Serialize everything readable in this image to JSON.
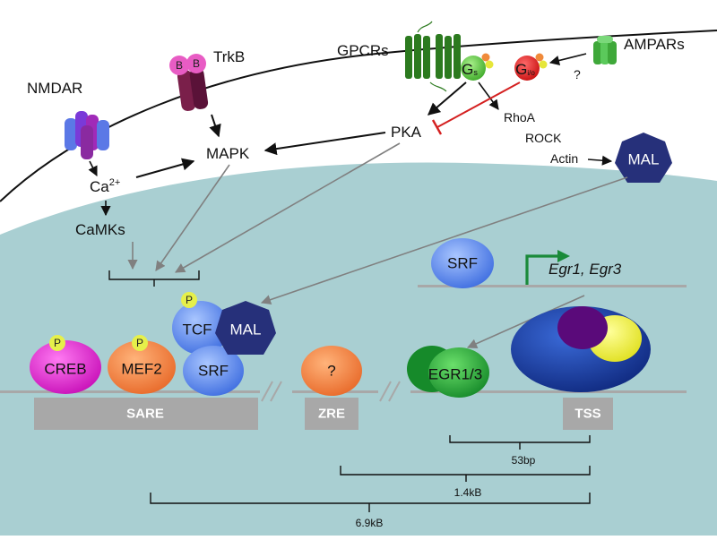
{
  "receptors": {
    "nmdar": "NMDAR",
    "trkb": "TrkB",
    "trkb_ligand": "B",
    "gpcrs": "GPCRs",
    "ampars": "AMPARs"
  },
  "gproteins": {
    "gs_main": "G",
    "gs_sub": "s",
    "gi_main": "G",
    "gi_sub": "i/o"
  },
  "signals": {
    "unknown_link": "?",
    "calcium_main": "Ca",
    "calcium_sup": "2+",
    "camks": "CaMKs",
    "mapk": "MAPK",
    "pka": "PKA",
    "rhoa": "RhoA",
    "rock": "ROCK",
    "actin": "Actin",
    "mal_cytoplasm": "MAL"
  },
  "nucleus": {
    "srf_top": "SRF",
    "gene_label": "Egr1, Egr3",
    "phospho": "P",
    "tcf": "TCF",
    "mal": "MAL",
    "creb": "CREB",
    "mef2": "MEF2",
    "srf": "SRF",
    "unknown_factor": "?",
    "egr13": "EGR1/3"
  },
  "dna_elements": {
    "sare": "SARE",
    "zre": "ZRE",
    "tss": "TSS"
  },
  "distances": {
    "d1": "53bp",
    "d2": "1.4kB",
    "d3": "6.9kB"
  },
  "colors": {
    "nucleus_fill": "#a9cfd2",
    "arrow_gray": "#808080",
    "inhibit_red": "#d42020",
    "receptor_green": "#2c7a1f",
    "ampar_green": "#5bc95b",
    "nmdar_blue": "#5b78e6",
    "nmdar_purple": "#8a2aa0",
    "trkb_maroon": "#7a1f4a",
    "bdnf_pink": "#e85cc4",
    "mal_navy": "#26307a",
    "srf_blue": "#5b86f0",
    "creb_magenta": "#e21ad6",
    "mef2_orange": "#f08a3a",
    "egr_green": "#2aa83a",
    "polii_navy": "#1e3c9a",
    "dna_gray": "#a8a8a8",
    "tss_arrow": "#1a8a3a",
    "phospho_yellow": "#e6f04a"
  }
}
